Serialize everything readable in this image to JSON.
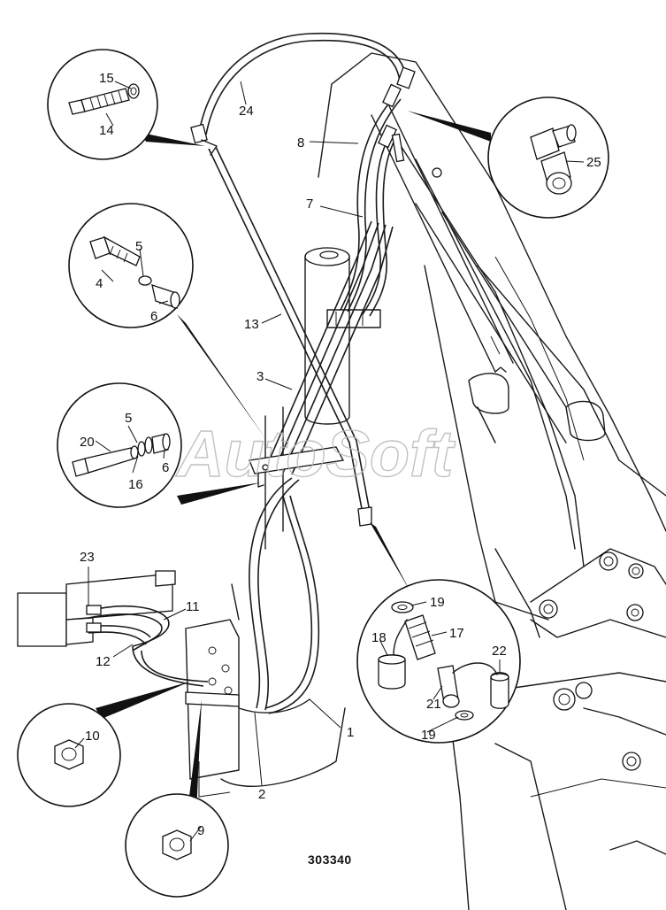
{
  "drawing": {
    "number": "303340",
    "watermark": "AutoSoft"
  },
  "callouts": {
    "c1": "1",
    "c2": "2",
    "c3": "3",
    "c4": "4",
    "c5a": "5",
    "c5b": "5",
    "c6a": "6",
    "c6b": "6",
    "c7": "7",
    "c8": "8",
    "c9": "9",
    "c10": "10",
    "c11": "11",
    "c12": "12",
    "c13": "13",
    "c14": "14",
    "c15": "15",
    "c16": "16",
    "c17": "17",
    "c18": "18",
    "c19a": "19",
    "c19b": "19",
    "c20": "20",
    "c21": "21",
    "c22": "22",
    "c23": "23",
    "c24": "24",
    "c25": "25"
  }
}
